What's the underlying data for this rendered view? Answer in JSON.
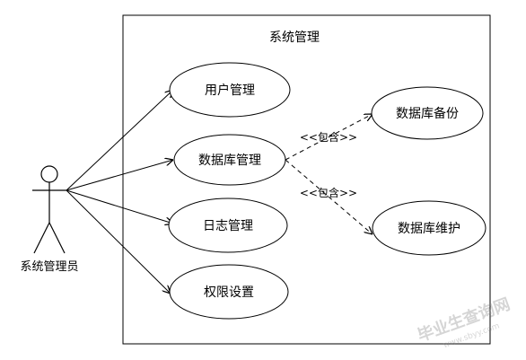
{
  "system": {
    "title": "系统管理"
  },
  "actor": {
    "label": "系统管理员"
  },
  "use_cases": [
    {
      "id": "user-management",
      "label": "用户管理"
    },
    {
      "id": "database-management",
      "label": "数据库管理"
    },
    {
      "id": "log-management",
      "label": "日志管理"
    },
    {
      "id": "permission-settings",
      "label": "权限设置"
    },
    {
      "id": "database-backup",
      "label": "数据库备份"
    },
    {
      "id": "database-maintenance",
      "label": "数据库维护"
    }
  ],
  "relations": [
    {
      "from": "database-management",
      "to": "database-backup",
      "label": "<<包含>>"
    },
    {
      "from": "database-management",
      "to": "database-maintenance",
      "label": "<<包含>>"
    }
  ],
  "watermark": {
    "text": "毕业生查询网",
    "subtext": "www.sbyy.com"
  }
}
